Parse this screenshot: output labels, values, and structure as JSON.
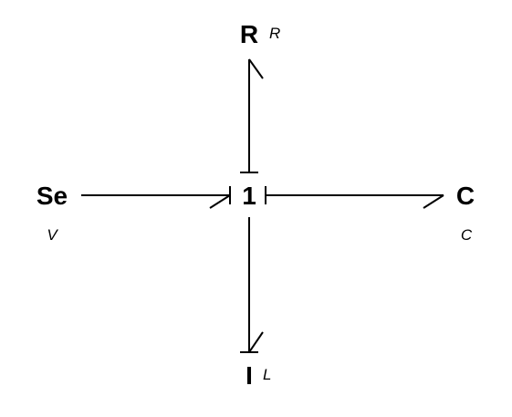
{
  "diagram": {
    "nodes": {
      "junction": {
        "label": "1"
      },
      "resistor": {
        "label": "R",
        "param": "R"
      },
      "source": {
        "label": "Se",
        "param": "V"
      },
      "capacitor": {
        "label": "C",
        "param": "C"
      },
      "inertia": {
        "label": "I",
        "param": "L"
      }
    }
  },
  "colors": {
    "stroke": "#000000",
    "background": "#ffffff"
  }
}
